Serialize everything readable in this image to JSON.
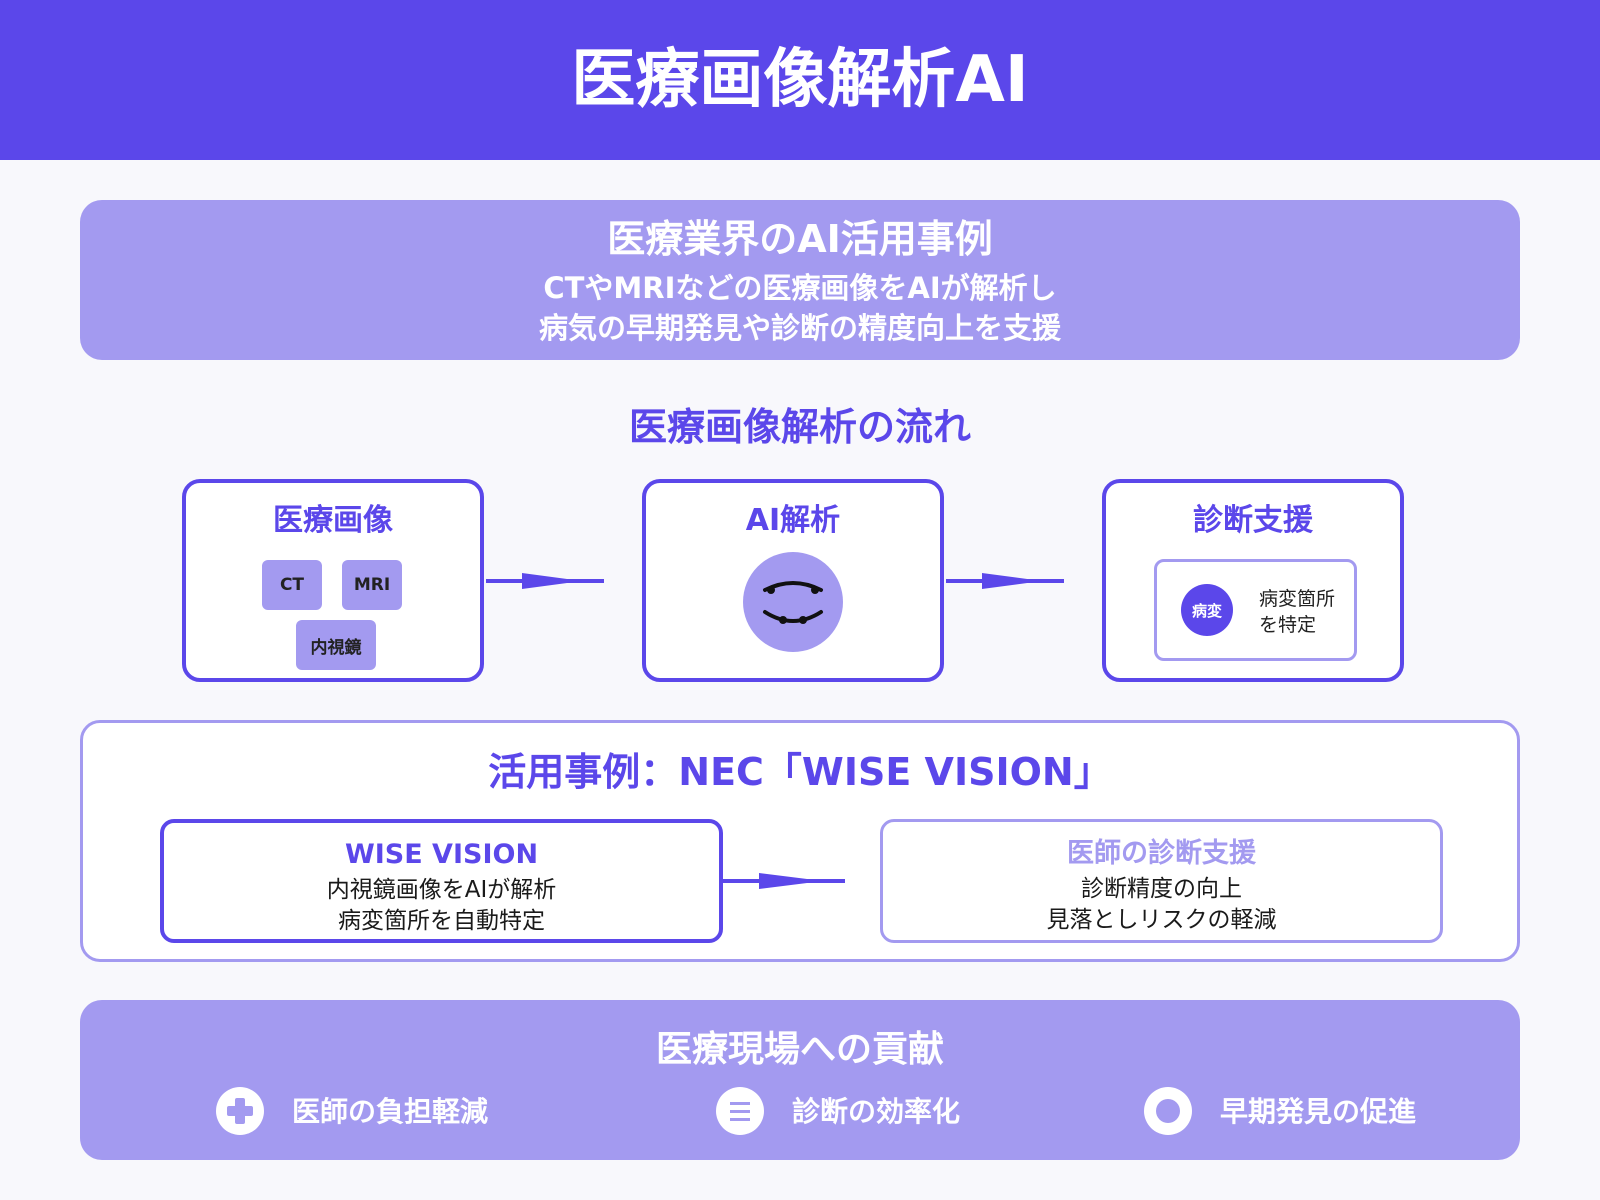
{
  "header": {
    "title": "医療画像解析AI"
  },
  "intro": {
    "title": "医療業界のAI活用事例",
    "line1": "CTやMRIなどの医療画像をAIが解析し",
    "line2": "病気の早期発見や診断の精度向上を支援"
  },
  "flow": {
    "title": "医療画像解析の流れ",
    "steps": [
      {
        "title": "医療画像",
        "chips": [
          "CT",
          "MRI",
          "内視鏡"
        ]
      },
      {
        "title": "AI解析",
        "icon": "ai-face-icon"
      },
      {
        "title": "診断支援",
        "badge": "病変",
        "caption_line1": "病変箇所",
        "caption_line2": "を特定"
      }
    ]
  },
  "case_study": {
    "title": "活用事例：NEC「WISE VISION」",
    "left": {
      "title": "WISE VISION",
      "line1": "内視鏡画像をAIが解析",
      "line2": "病変箇所を自動特定"
    },
    "right": {
      "title": "医師の診断支援",
      "line1": "診断精度の向上",
      "line2": "見落としリスクの軽減"
    }
  },
  "contribution": {
    "title": "医療現場への貢献",
    "items": [
      {
        "label": "医師の負担軽減",
        "icon": "medical-cross-icon"
      },
      {
        "label": "診断の効率化",
        "icon": "list-lines-icon"
      },
      {
        "label": "早期発見の促進",
        "icon": "target-circle-icon"
      }
    ]
  },
  "colors": {
    "primary": "#5b47ea",
    "light": "#a39af0",
    "background": "#f8f8fc"
  }
}
